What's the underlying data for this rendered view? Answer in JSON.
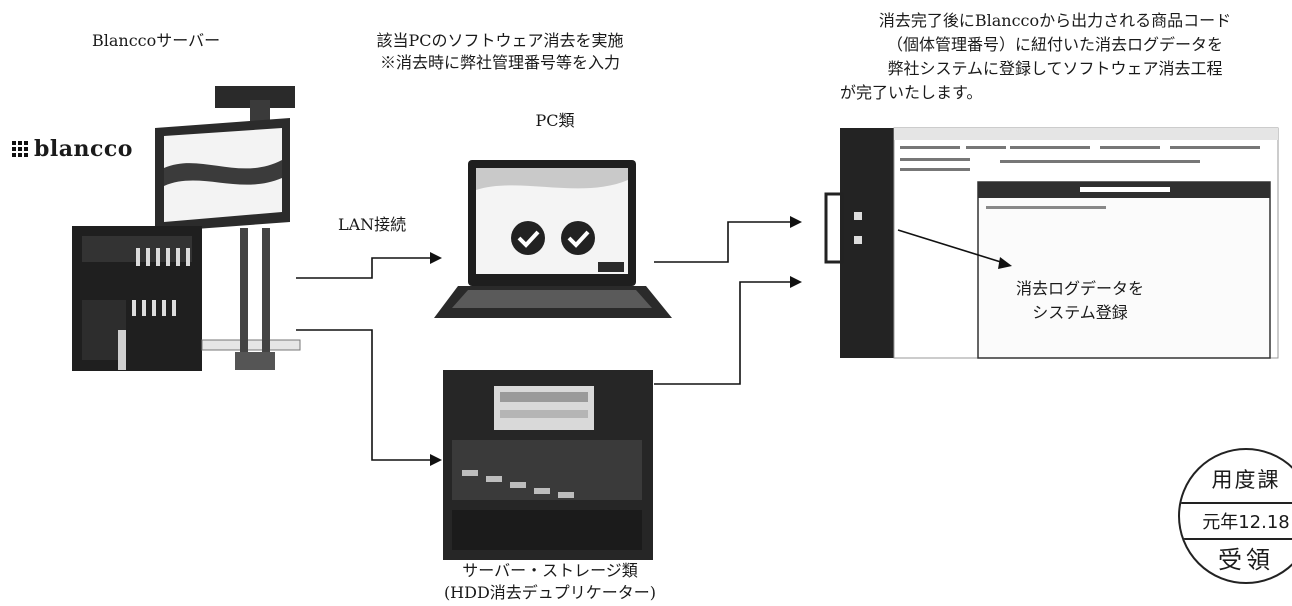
{
  "labels": {
    "server_title": "Blanccoサーバー",
    "logo_text": "blancco",
    "center_heading_line1": "該当PCのソフトウェア消去を実施",
    "center_heading_line2": "※消去時に弊社管理番号等を入力",
    "right_heading_line1": "消去完了後にBlanccoから出力される商品コード",
    "right_heading_line2": "（個体管理番号）に紐付いた消去ログデータを",
    "right_heading_line3": "弊社システムに登録してソフトウェア消去工程",
    "right_heading_line4": "が完了いたします。",
    "pc_label": "PC類",
    "lan_label": "LAN接続",
    "storage_label_line1": "サーバー・ストレージ類",
    "storage_label_line2": "(HDD消去デュプリケーター)",
    "system_note_line1": "消去ログデータを",
    "system_note_line2": "システム登録"
  },
  "stamp": {
    "line1": "用度課",
    "line2": "元年12.18",
    "line3": "受領"
  },
  "icons": {
    "logo": "blancco-logo-icon",
    "server": "server-rack-icon",
    "laptop": "laptop-icon",
    "duplicator": "hdd-duplicator-icon",
    "system_screen": "system-screen-icon"
  }
}
